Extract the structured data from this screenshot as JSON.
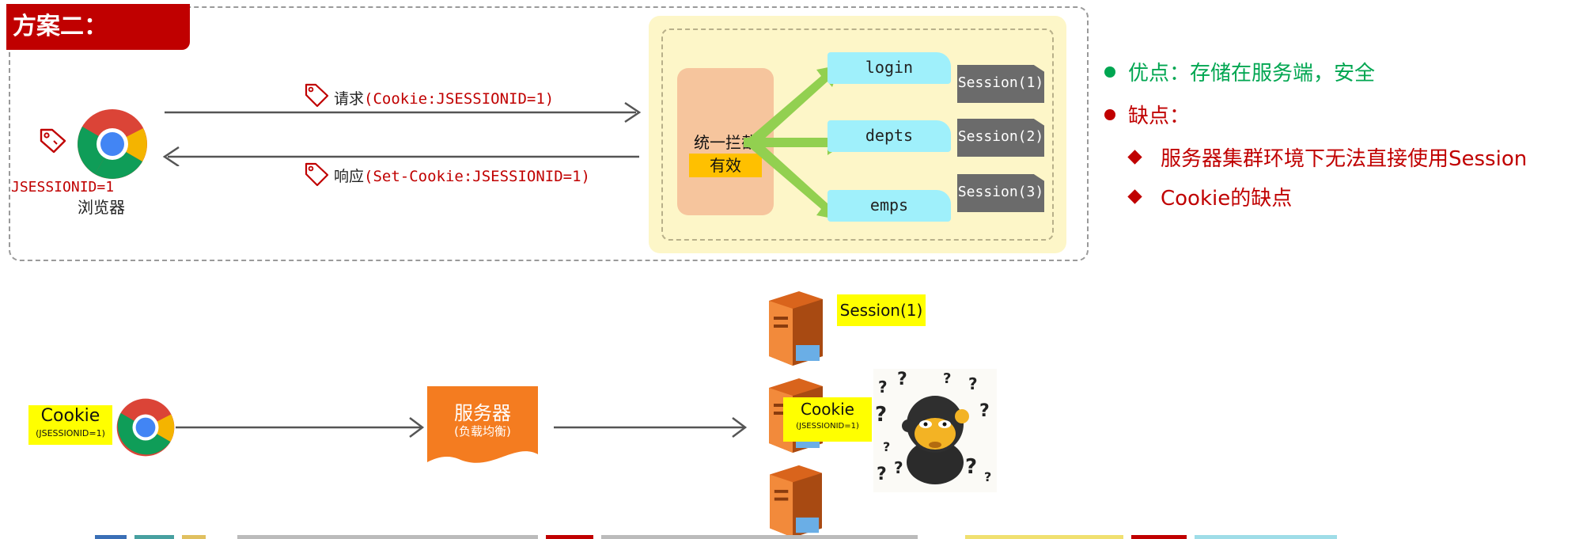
{
  "title": "方案二：Session",
  "browser_top": {
    "cookie_label": "JSESSIONID=1",
    "name": "浏览器"
  },
  "request_label": {
    "prefix": "请求",
    "detail": "(Cookie:JSESSIONID=1)"
  },
  "response_label": {
    "prefix": "响应",
    "detail": "(Set-Cookie:JSESSIONID=1)"
  },
  "server": {
    "interceptor": "统一拦截",
    "valid": "有效",
    "resources": [
      "login",
      "depts",
      "emps"
    ],
    "sessions": [
      "Session(1)",
      "Session(2)",
      "Session(3)"
    ]
  },
  "notes": {
    "pro": "优点：存储在服务端，安全",
    "con": "缺点：",
    "con_items": [
      "服务器集群环境下无法直接使用Session",
      "Cookie的缺点"
    ]
  },
  "bottom": {
    "client_cookie": "Cookie",
    "client_cookie_id": "(JSESSIONID=1)",
    "load_balancer": "服务器",
    "load_balancer_sub": "(负载均衡)",
    "server_session": "Session(1)",
    "server_cookie": "Cookie",
    "server_cookie_id": "(JSESSIONID=1)"
  },
  "colors": {
    "red": "#c00000",
    "green": "#00a651",
    "yellow": "#ffff00",
    "cyan": "#9ff0fb",
    "orange": "#f47c20",
    "arrow_green": "#92d050"
  }
}
